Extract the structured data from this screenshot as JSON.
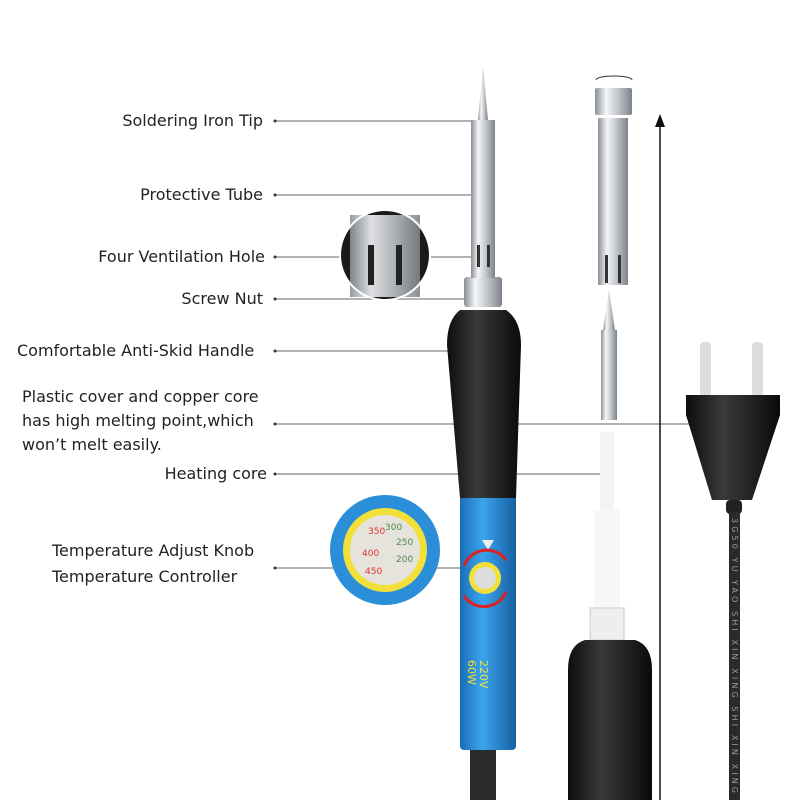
{
  "labels": {
    "tip": "Soldering Iron Tip",
    "tube": "Protective Tube",
    "holes": "Four Ventilation Hole",
    "nut": "Screw Nut",
    "handle": "Comfortable Anti-Skid Handle",
    "cover_line1": "Plastic cover and copper core",
    "cover_line2": "has high melting point,which",
    "cover_line3": "won’t melt easily.",
    "core": "Heating core",
    "knob_line1": "Temperature Adjust Knob",
    "knob_line2": "Temperature Controller"
  },
  "product_markings": {
    "rating": [
      "220V",
      "60W"
    ],
    "dial_values": [
      "200",
      "250",
      "300",
      "350",
      "400",
      "450"
    ],
    "cable_print": "3G50 YU YAO SHI XIN XING SHI XIN XING"
  },
  "colors": {
    "handle": "#1b1b1b",
    "body_blue": "#2a8fd8",
    "knob_yellow": "#f2e03a",
    "arrow_red": "#e02020",
    "metal": "#c9cdd2"
  }
}
